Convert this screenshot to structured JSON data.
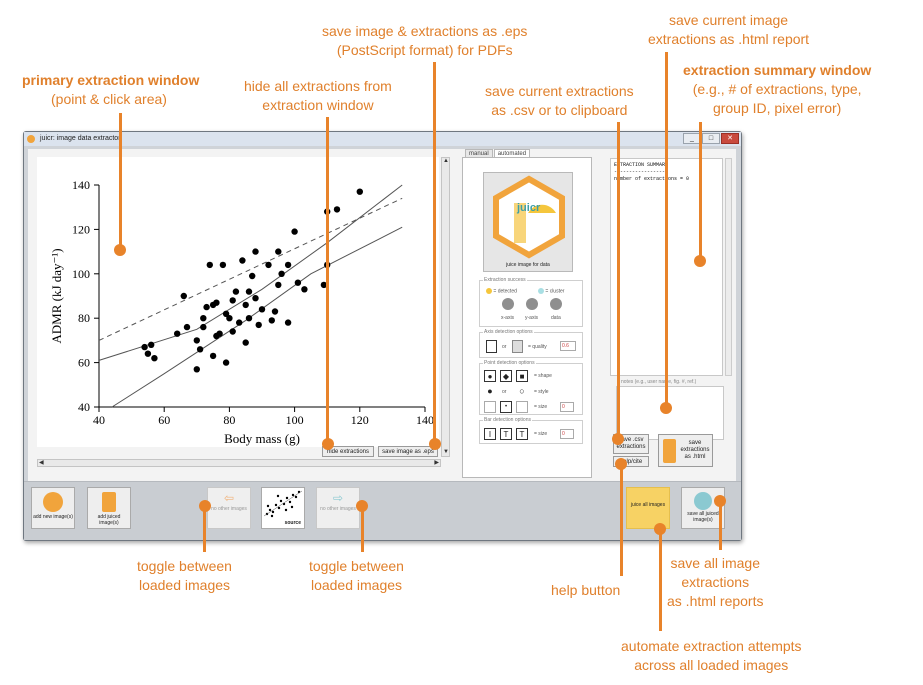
{
  "annotations": {
    "primary_window": {
      "title": "primary extraction window",
      "subtitle": "(point & click area)"
    },
    "hide_extractions": {
      "line1": "hide all extractions from",
      "line2": "extraction window"
    },
    "save_eps": {
      "line1": "save image & extractions as .eps",
      "line2": "(PostScript format) for PDFs"
    },
    "save_csv": {
      "line1": "save current extractions",
      "line2": "as .csv or to clipboard"
    },
    "save_html": {
      "line1": "save current image",
      "line2": "extractions as .html report"
    },
    "summary_window": {
      "title": "extraction summary window",
      "line1": "(e.g., # of extractions, type,",
      "line2": "group ID, pixel error)"
    },
    "toggle_left": {
      "line1": "toggle between",
      "line2": "loaded images"
    },
    "toggle_right": {
      "line1": "toggle between",
      "line2": "loaded images"
    },
    "help_button": "help button",
    "save_all": {
      "line1": "save all image",
      "line2": "extractions",
      "line3": "as .html reports"
    },
    "automate": {
      "line1": "automate extraction attempts",
      "line2": "across all loaded images"
    }
  },
  "window": {
    "title": "juicr: image data extractor",
    "controls": {
      "minimize": "_",
      "maximize": "□",
      "close": "✕"
    }
  },
  "toolbar": {
    "hide_extractions": "hide extractions",
    "save_image_eps": "save image as .eps"
  },
  "tabs": {
    "manual": "manual",
    "automated": "automated"
  },
  "logo": {
    "text": "juicr",
    "caption": "juice image for data"
  },
  "extraction_success": {
    "title": "Extraction success",
    "detected": "= detected",
    "cluster": "= cluster",
    "xaxis": "x-axis",
    "yaxis": "y-axis",
    "data": "data"
  },
  "axis_detection": {
    "title": "Axis detection options",
    "or": "or",
    "quality": "= quality",
    "quality_value": "0.6"
  },
  "point_detection": {
    "title": "Point detection options",
    "shape": "= shape",
    "or": "or",
    "style": "= style",
    "size": "= size",
    "size_value": "0"
  },
  "bar_detection": {
    "title": "Bar detection options",
    "size": "= size",
    "size_value": "0"
  },
  "side_buttons": {
    "save_csv": "save .csv extractions",
    "help": "help/cite",
    "save_html": "save extractions as .html"
  },
  "summary": {
    "header": "EXTRACTION SUMMARY",
    "rule": "------------------",
    "count": "number of extractions = 0"
  },
  "notes_placeholder": "notes (e.g., user name, fig. #, ref.)",
  "bottom": {
    "add_new": "add new image(s)",
    "add_juiced": "add juiced image(s)",
    "prev": "no other images",
    "thumb_label": "source",
    "next": "no other images",
    "juice_all": "juice all images",
    "save_all": "save all juiced image(s)"
  },
  "colors": {
    "accent": "#e8832a",
    "window_bg": "#cfd3d8",
    "bottom_bg": "#c9cdd2",
    "logo_orange": "#f1a43c",
    "logo_teal": "#3e9fa7"
  },
  "chart_data": {
    "type": "scatter",
    "xlabel": "Body mass (g)",
    "ylabel": "ADMR (kJ day⁻¹)",
    "xlim": [
      40,
      140
    ],
    "ylim": [
      40,
      140
    ],
    "xticks": [
      "40",
      "60",
      "80",
      "100",
      "120",
      "140"
    ],
    "yticks": [
      "40",
      "60",
      "80",
      "100",
      "120",
      "140"
    ],
    "points": [
      [
        54,
        67
      ],
      [
        55,
        64
      ],
      [
        56,
        68
      ],
      [
        57,
        62
      ],
      [
        64,
        73
      ],
      [
        66,
        90
      ],
      [
        67,
        76
      ],
      [
        70,
        57
      ],
      [
        70,
        70
      ],
      [
        71,
        66
      ],
      [
        72,
        76
      ],
      [
        72,
        80
      ],
      [
        73,
        85
      ],
      [
        74,
        104
      ],
      [
        75,
        63
      ],
      [
        75,
        86
      ],
      [
        76,
        87
      ],
      [
        76,
        72
      ],
      [
        77,
        73
      ],
      [
        78,
        104
      ],
      [
        79,
        60
      ],
      [
        79,
        82
      ],
      [
        80,
        80
      ],
      [
        81,
        74
      ],
      [
        81,
        88
      ],
      [
        82,
        92
      ],
      [
        83,
        78
      ],
      [
        84,
        106
      ],
      [
        85,
        69
      ],
      [
        85,
        86
      ],
      [
        86,
        80
      ],
      [
        86,
        92
      ],
      [
        87,
        99
      ],
      [
        88,
        110
      ],
      [
        89,
        77
      ],
      [
        90,
        84
      ],
      [
        92,
        104
      ],
      [
        93,
        79
      ],
      [
        94,
        83
      ],
      [
        95,
        95
      ],
      [
        95,
        110
      ],
      [
        96,
        100
      ],
      [
        98,
        78
      ],
      [
        98,
        104
      ],
      [
        100,
        119
      ],
      [
        101,
        96
      ],
      [
        103,
        93
      ],
      [
        109,
        95
      ],
      [
        110,
        104
      ],
      [
        110,
        128
      ],
      [
        113,
        129
      ],
      [
        120,
        137
      ],
      [
        88,
        89
      ]
    ],
    "fit_line": [
      [
        40,
        70
      ],
      [
        133,
        134
      ]
    ],
    "ci_upper": [
      [
        40,
        61
      ],
      [
        70,
        75
      ],
      [
        90,
        93
      ],
      [
        110,
        114
      ],
      [
        133,
        140
      ]
    ],
    "ci_lower": [
      [
        44,
        40
      ],
      [
        60,
        55
      ],
      [
        85,
        79
      ],
      [
        105,
        100
      ],
      [
        133,
        121
      ]
    ]
  }
}
